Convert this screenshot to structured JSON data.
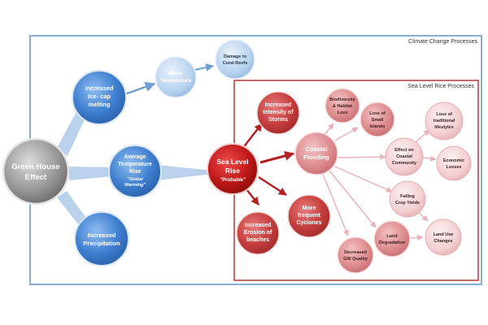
{
  "frames": {
    "climate": {
      "label": "Climate Change Processes"
    },
    "sea": {
      "label": "Sea Level Rice Processes"
    }
  },
  "colors": {
    "frame_blue": "#8aaecf",
    "frame_red": "#b23a3a",
    "arrow_blue": "#6f9fd2",
    "arrow_red": "#b22222",
    "arrow_pink": "#e7b3b8"
  },
  "nodes": {
    "greenhouse": {
      "lines": [
        "Green House",
        "Effect"
      ]
    },
    "icecap": {
      "lines": [
        "Increased",
        "Ice- cap",
        "melting"
      ]
    },
    "avgtemp": {
      "lines": [
        "Average",
        "Temperature",
        "Rise"
      ],
      "italic": [
        "\"Global",
        "Warming\""
      ]
    },
    "precip": {
      "lines": [
        "Increased",
        "Precipitation"
      ]
    },
    "watertemp": {
      "lines": [
        "Water",
        "Temperature"
      ]
    },
    "coral": {
      "lines": [
        "Damage to",
        "Coral Reefs"
      ]
    },
    "sealevel": {
      "lines": [
        "Sea Level",
        "Rise"
      ],
      "italic": [
        "\"Probable\""
      ]
    },
    "storms": {
      "lines": [
        "Increased",
        "Intensity of",
        "Storms"
      ]
    },
    "cyclones": {
      "lines": [
        "More",
        "frequent",
        "Cyclones"
      ]
    },
    "erosion": {
      "lines": [
        "Increased",
        "Erosion of",
        "beaches"
      ]
    },
    "flooding": {
      "lines": [
        "Coastal",
        "Flooding"
      ]
    },
    "biodiversity": {
      "lines": [
        "Biodiversity",
        "& Habitat",
        "Loss"
      ]
    },
    "islands": {
      "lines": [
        "Loss of",
        "Small",
        "Islands"
      ]
    },
    "lifestyles": {
      "lines": [
        "Loss of",
        "traditional",
        "lifestyles"
      ]
    },
    "community": {
      "lines": [
        "Effect on",
        "Coastal",
        "Community"
      ]
    },
    "economic": {
      "lines": [
        "Economic",
        "Losses"
      ]
    },
    "crops": {
      "lines": [
        "Falling",
        "Crop Yields"
      ]
    },
    "landuse": {
      "lines": [
        "Land Use",
        "Changes"
      ]
    },
    "landdeg": {
      "lines": [
        "Land",
        "Degradation"
      ]
    },
    "gw": {
      "lines": [
        "Decreased",
        "GW Quality"
      ]
    }
  }
}
